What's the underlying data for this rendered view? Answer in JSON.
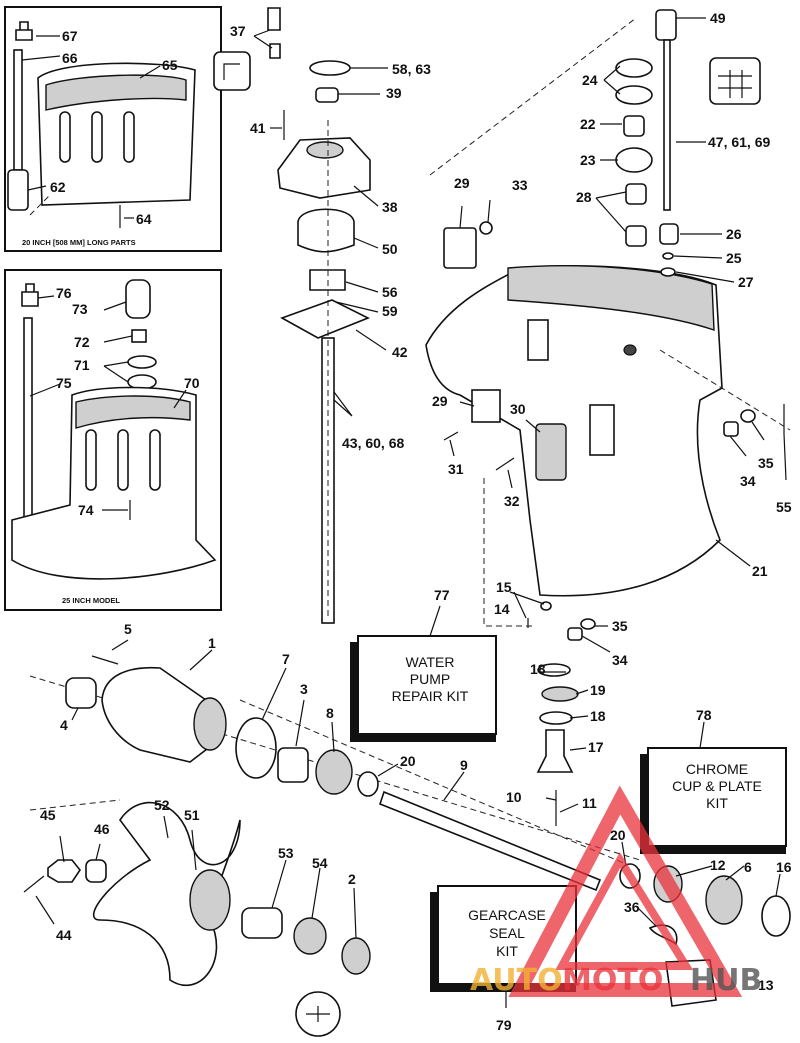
{
  "boxes": {
    "long_parts_caption": "20 INCH [508 MM] LONG PARTS",
    "model_25_caption": "25 INCH MODEL"
  },
  "kits": {
    "water_pump": [
      "WATER",
      "PUMP",
      "REPAIR KIT"
    ],
    "chrome_cup": [
      "CHROME",
      "CUP & PLATE",
      "KIT"
    ],
    "gearcase_seal": [
      "GEARCASE",
      "SEAL",
      "KIT"
    ]
  },
  "callouts": {
    "c1": "1",
    "c2": "2",
    "c3": "3",
    "c4": "4",
    "c5": "5",
    "c6": "6",
    "c7": "7",
    "c8": "8",
    "c9": "9",
    "c10": "10",
    "c11": "11",
    "c12": "12",
    "c13": "13",
    "c14": "14",
    "c15": "15",
    "c16": "16",
    "c17": "17",
    "c18a": "18",
    "c18b": "18",
    "c19": "19",
    "c20a": "20",
    "c20b": "20",
    "c21": "21",
    "c22": "22",
    "c23": "23",
    "c24": "24",
    "c25": "25",
    "c26": "26",
    "c27": "27",
    "c28": "28",
    "c29a": "29",
    "c29b": "29",
    "c30": "30",
    "c31": "31",
    "c32": "32",
    "c33": "33",
    "c34a": "34",
    "c34b": "34",
    "c35a": "35",
    "c35b": "35",
    "c36": "36",
    "c37": "37",
    "c38": "38",
    "c39": "39",
    "c41": "41",
    "c42": "42",
    "c43": "43, 60, 68",
    "c44": "44",
    "c45": "45",
    "c46": "46",
    "c47": "47, 61, 69",
    "c49": "49",
    "c50": "50",
    "c51": "51",
    "c52": "52",
    "c53": "53",
    "c54": "54",
    "c55": "55",
    "c56": "56",
    "c58": "58, 63",
    "c59": "59",
    "c62": "62",
    "c64": "64",
    "c65": "65",
    "c66": "66",
    "c67": "67",
    "c70": "70",
    "c71": "71",
    "c72": "72",
    "c73": "73",
    "c74": "74",
    "c75": "75",
    "c76": "76",
    "c77": "77",
    "c78": "78",
    "c79": "79"
  },
  "watermark": {
    "part1": "AUTO",
    "part2": "MOTO",
    "part3": "HUB"
  }
}
